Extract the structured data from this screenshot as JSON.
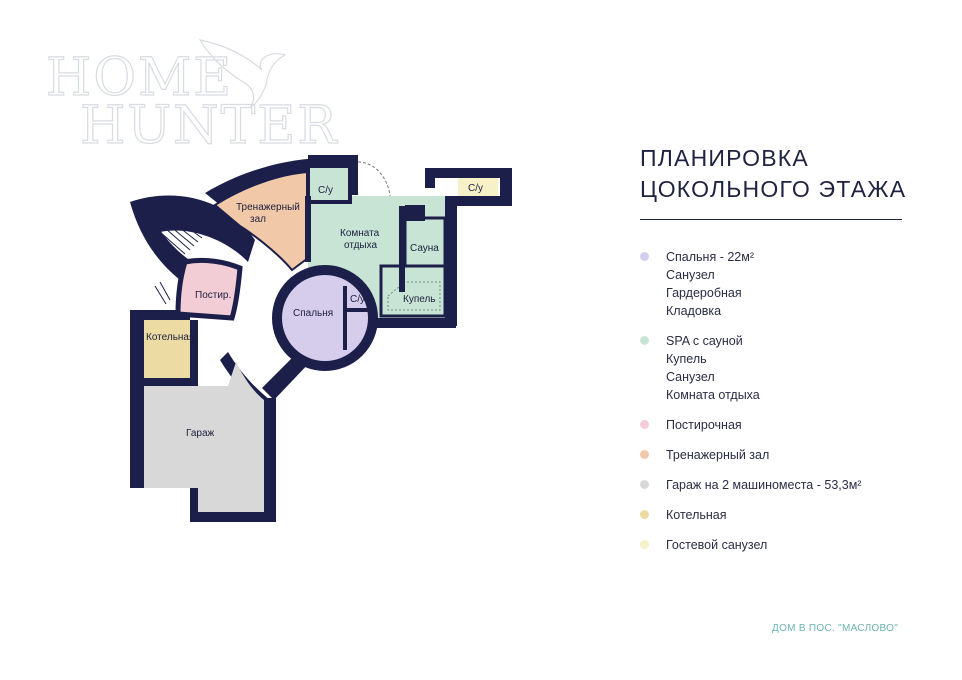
{
  "brand": {
    "line1": "HOME",
    "line2": "HUNTER"
  },
  "title": {
    "line1": "ПЛАНИРОВКА",
    "line2": "ЦОКОЛЬНОГО ЭТАЖА"
  },
  "rooms": {
    "gym": {
      "line1": "Тренажерный",
      "line2": "зал"
    },
    "wc_top": "С/у",
    "lounge": {
      "line1": "Комната",
      "line2": "отдыха"
    },
    "sauna": "Сауна",
    "kupel": "Купель",
    "wc_guest": "С/у",
    "laundry": "Постир.",
    "bedroom": "Спальня",
    "wc_bedroom": "С/у",
    "boiler": "Котельная",
    "garage": "Гараж"
  },
  "legend": [
    {
      "color": "#d6cdec",
      "lines": [
        "Спальня - 22м²",
        "Санузел",
        "Гардеробная",
        "Кладовка"
      ]
    },
    {
      "color": "#c8e4d4",
      "lines": [
        "SPA с сауной",
        "Купель",
        "Санузел",
        "Комната отдыха"
      ]
    },
    {
      "color": "#f3cdd5",
      "lines": [
        "Постирочная"
      ]
    },
    {
      "color": "#f1c9a8",
      "lines": [
        "Тренажерный зал"
      ]
    },
    {
      "color": "#d8d8d8",
      "lines": [
        "Гараж на 2 машиноместа - 53,3м²"
      ]
    },
    {
      "color": "#ecdca4",
      "lines": [
        "Котельная"
      ]
    },
    {
      "color": "#f6f1c6",
      "lines": [
        "Гостевой санузел"
      ]
    }
  ],
  "footer": "ДОМ В ПОС. \"МАСЛОВО\"",
  "colors": {
    "wall": "#1c1f4a",
    "bedroom": "#d6cdec",
    "spa": "#c8e4d4",
    "laundry": "#f3cdd5",
    "gym": "#f1c9a8",
    "garage": "#d8d8d8",
    "boiler": "#ecdca4",
    "guest_wc": "#f6f1c6"
  }
}
